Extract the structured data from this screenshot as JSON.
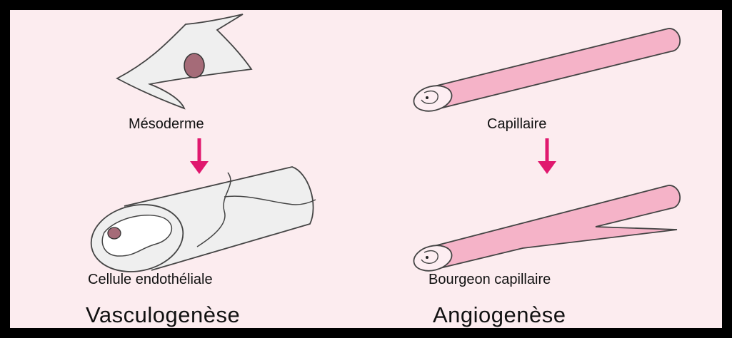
{
  "labels": {
    "mesoderme": "Mésoderme",
    "capillaire": "Capillaire",
    "cellule_endotheliale": "Cellule endothéliale",
    "bourgeon_capillaire": "Bourgeon capillaire"
  },
  "titles": {
    "vasculogenese": "Vasculogenèse",
    "angiogenese": "Angiogenèse"
  },
  "colors": {
    "frame": "#000000",
    "background": "#fcecef",
    "arrow": "#e0186e",
    "vessel_fill": "#f5b3c8",
    "cell_fill": "#efefef",
    "nucleus": "#a56b78"
  }
}
